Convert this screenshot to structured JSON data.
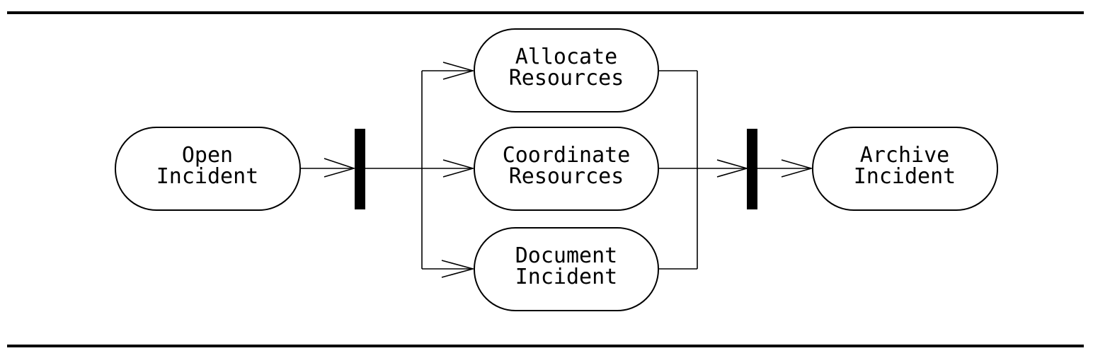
{
  "diagram": {
    "nodes": {
      "open_incident": {
        "line1": "Open",
        "line2": "Incident"
      },
      "allocate_resources": {
        "line1": "Allocate",
        "line2": "Resources"
      },
      "coordinate_resources": {
        "line1": "Coordinate",
        "line2": "Resources"
      },
      "document_incident": {
        "line1": "Document",
        "line2": "Incident"
      },
      "archive_incident": {
        "line1": "Archive",
        "line2": "Incident"
      }
    }
  }
}
